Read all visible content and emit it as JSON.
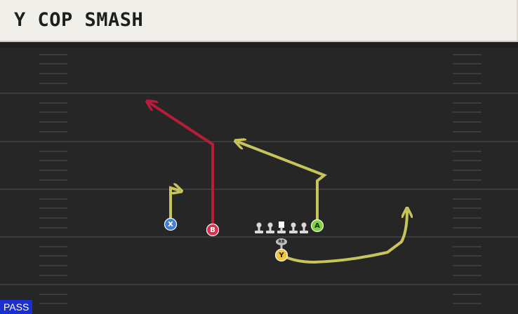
{
  "play": {
    "title": "Y COP SMASH",
    "type_badge": "PASS"
  },
  "players": {
    "x": {
      "label": "X",
      "color": "#3f7fd6"
    },
    "b": {
      "label": "B",
      "color": "#d8314b"
    },
    "a": {
      "label": "A",
      "color": "#7ed43e"
    },
    "y": {
      "label": "Y",
      "color": "#f2c53a"
    },
    "rb": {
      "label": "RB",
      "color": "#bfbfbf"
    }
  },
  "routes": {
    "primary_color": "#c8c45a",
    "highlight_color": "#b91c3a"
  },
  "offensive_line_count": 5
}
